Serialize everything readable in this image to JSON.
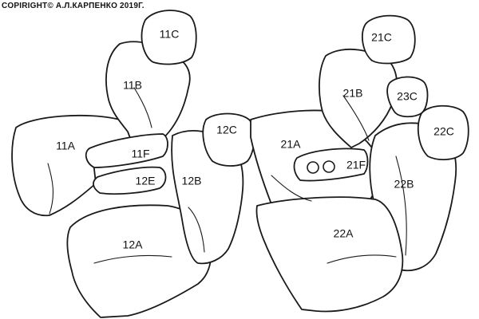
{
  "copyright": "COPIRIGHT© А.Л.КАРПЕНКО 2019Г.",
  "parts": [
    {
      "id": "11C",
      "label": "11C"
    },
    {
      "id": "11B",
      "label": "11B"
    },
    {
      "id": "11A",
      "label": "11A"
    },
    {
      "id": "11F",
      "label": "11F"
    },
    {
      "id": "12E",
      "label": "12E"
    },
    {
      "id": "12C",
      "label": "12C"
    },
    {
      "id": "12B",
      "label": "12B"
    },
    {
      "id": "12A",
      "label": "12A"
    },
    {
      "id": "21C",
      "label": "21C"
    },
    {
      "id": "21B",
      "label": "21B"
    },
    {
      "id": "23C",
      "label": "23C"
    },
    {
      "id": "22C",
      "label": "22C"
    },
    {
      "id": "21A",
      "label": "21A"
    },
    {
      "id": "21F",
      "label": "21F"
    },
    {
      "id": "22B",
      "label": "22B"
    },
    {
      "id": "22A",
      "label": "22A"
    }
  ]
}
